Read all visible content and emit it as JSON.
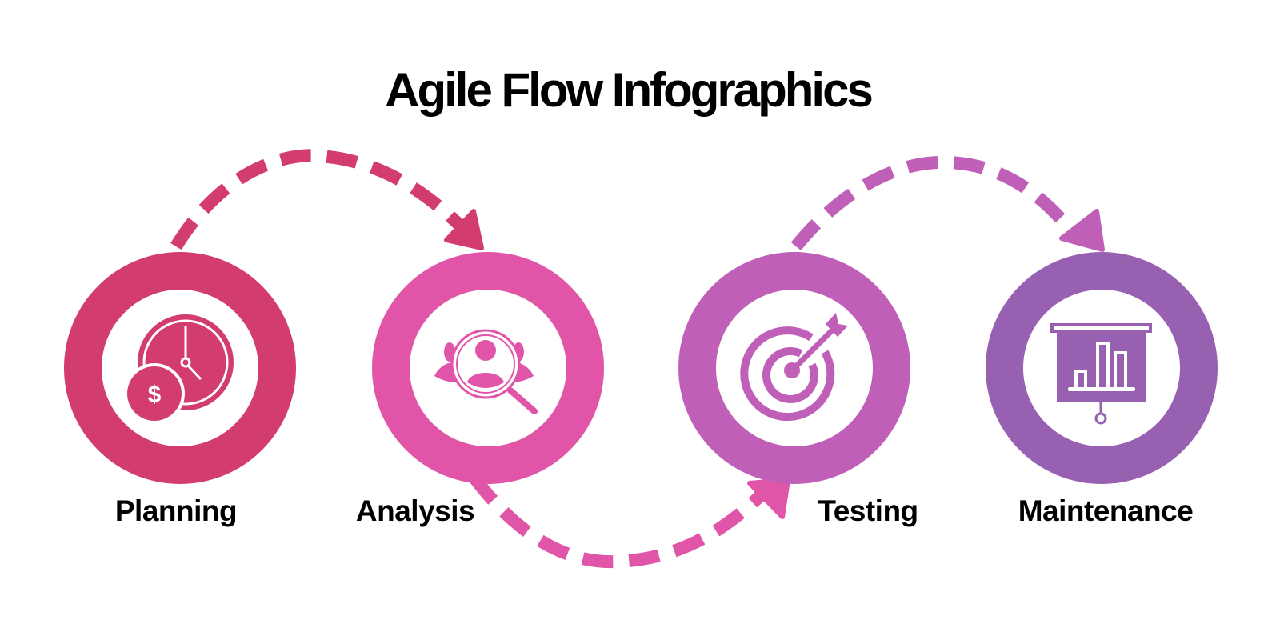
{
  "title": "Agile Flow Infographics",
  "colors": {
    "planning": "#d23c6e",
    "analysis": "#e055a8",
    "testing": "#c05fb8",
    "maintenance": "#9860b0",
    "background": "#ffffff",
    "text": "#000000"
  },
  "steps": [
    {
      "label": "Planning",
      "icon": "clock-dollar-icon",
      "color": "#d23c6e"
    },
    {
      "label": "Analysis",
      "icon": "people-search-icon",
      "color": "#e055a8"
    },
    {
      "label": "Testing",
      "icon": "target-arrow-icon",
      "color": "#c05fb8"
    },
    {
      "label": "Maintenance",
      "icon": "presentation-chart-icon",
      "color": "#9860b0"
    }
  ],
  "connectors": [
    {
      "from": "Planning",
      "to": "Analysis",
      "style": "dashed-arc-over",
      "color": "#d23c6e"
    },
    {
      "from": "Analysis",
      "to": "Testing",
      "style": "dashed-arc-under",
      "color": "#e055a8"
    },
    {
      "from": "Testing",
      "to": "Maintenance",
      "style": "dashed-arc-over",
      "color": "#c05fb8"
    }
  ]
}
